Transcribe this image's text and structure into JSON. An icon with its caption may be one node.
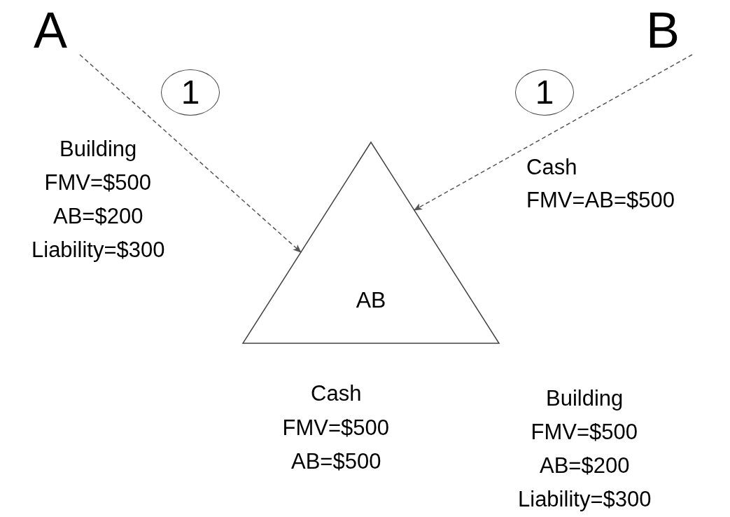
{
  "diagram": {
    "nodes": [
      {
        "text": [
          "A"
        ]
      },
      {
        "text": [
          "B"
        ]
      },
      {
        "text": [
          "AB"
        ]
      },
      {
        "text": [
          "1"
        ]
      },
      {
        "text": [
          "1"
        ]
      }
    ],
    "edges": [
      {
        "from": 0,
        "to": 2,
        "arrow": "to",
        "style": "dashed"
      },
      {
        "from": 1,
        "to": 2,
        "arrow": "to",
        "style": "dashed"
      }
    ],
    "labels": [
      "Building",
      "FMV=$500",
      "AB=$200",
      "Liability=$300",
      "Cash",
      "FMV=AB=$500",
      "Cash",
      "FMV=$500",
      "AB=$500",
      "Building",
      "FMV=$500",
      "AB=$200",
      "Liability=$300"
    ]
  }
}
